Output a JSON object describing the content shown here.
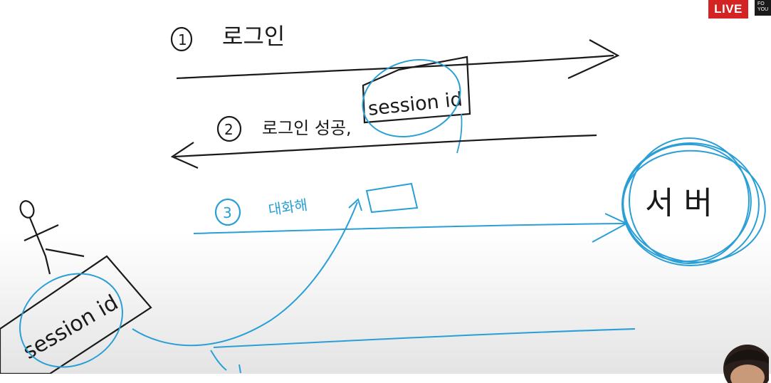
{
  "overlay": {
    "live_badge": "LIVE",
    "channel_logo_line1": "FO",
    "channel_logo_line2": "YOU"
  },
  "diagram": {
    "step1_number": "1",
    "step1_text": "로그인",
    "step2_number": "2",
    "step2_text": "로그인 성공,",
    "step2_boxed": "session id",
    "step3_number": "3",
    "step3_text": "대화해",
    "server_label": "서 버",
    "user_box_text": "session id"
  },
  "colors": {
    "ink_black": "#1a1a1a",
    "ink_blue": "#2a9fd6",
    "live_red": "#d32323"
  }
}
